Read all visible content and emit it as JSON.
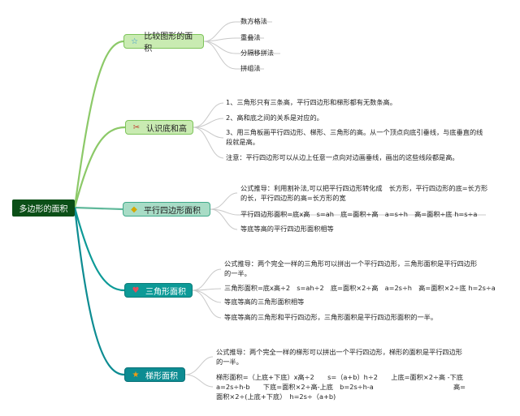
{
  "root": {
    "label": "多边形的面积"
  },
  "topics": [
    {
      "label": "比较图形的面积",
      "icon": "star-icon",
      "leaves": [
        "数方格法",
        "重叠法",
        "分隔移拼法",
        "拼组法"
      ]
    },
    {
      "label": "认识底和高",
      "icon": "tools-icon",
      "leaves": [
        "1、三角形只有三条高，平行四边形和梯形都有无数条高。",
        "2、高和底之间的关系是对应的。",
        "3、用三角板画平行四边形、梯形、三角形的高。从一个顶点向底引垂线，与底垂直的线段就是高。",
        "注意：平行四边形可以从边上任意一点向对边画垂线，画出的这些线段都是高。"
      ]
    },
    {
      "label": "平行四边形面积",
      "icon": "gem-icon",
      "leaves": [
        "公式推导：利用割补法,可以把平行四边形转化成　长方形，平行四边形的底=长方形的长，平行四边形的高=长方形的宽",
        "平行四边形面积=底x高　s=ah　底=面积÷高　a=s÷h　高=面积÷底 h=s÷a",
        "等底等高的平行四边形面积相等"
      ]
    },
    {
      "label": "三角形面积",
      "icon": "heart-icon",
      "leaves": [
        "公式推导：两个完全一样的三角形可以拼出一个平行四边形，三角形面积是平行四边形的一半。",
        "三角形面积=底x高÷2　s=ah÷2　底=面积×2÷高　a=2s÷h　高=面积×2÷底 h=2s÷a",
        "等底等高的三角形面积相等",
        "等底等高的三角形和平行四边形，三角形面积是平行四边形面积的一半。"
      ]
    },
    {
      "label": "梯形面积",
      "icon": "star-filled-icon",
      "leaves": [
        "公式推导：两个完全一样的梯形可以拼出一个平行四边形，梯形的面积是平行四边形的一半。",
        "梯形面积=（上底+下底）x高÷2　　s=（a+b）h÷2　　上底=面积×2÷高 -下底 a=2s÷h-b　　下底=面积×2÷高-上底　b=2s÷h-a　　　　　　　　　　　　高=面积×2÷(上底+下底）　h=2s÷（a+b)"
      ]
    }
  ],
  "colors": {
    "branch_green": "#8cc968",
    "branch_teal": "#5fb89a",
    "branch_dark_teal": "#0d8f8f",
    "leaf_line": "#c8c8c8"
  }
}
